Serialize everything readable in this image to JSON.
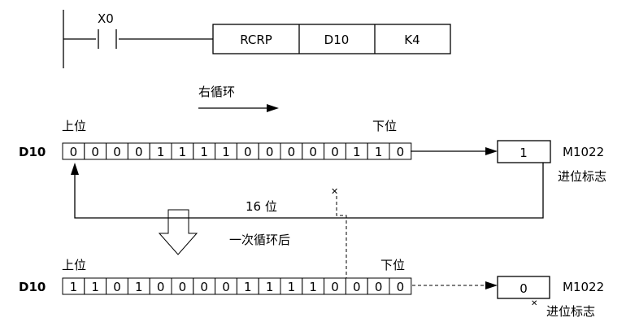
{
  "ladder": {
    "contact": "X0",
    "instruction": "RCRP",
    "operand1": "D10",
    "operand2": "K4"
  },
  "direction_label": "右循环",
  "before": {
    "register": "D10",
    "high_label": "上位",
    "low_label": "下位",
    "bits": [
      "0",
      "0",
      "0",
      "0",
      "1",
      "1",
      "1",
      "1",
      "0",
      "0",
      "0",
      "0",
      "0",
      "1",
      "1",
      "0"
    ]
  },
  "carry_before": {
    "value": "1",
    "name": "M1022",
    "caption": "进位标志"
  },
  "loop_label": "16 位",
  "after_label": "一次循环后",
  "after": {
    "register": "D10",
    "high_label": "上位",
    "low_label": "下位",
    "bits": [
      "1",
      "1",
      "0",
      "1",
      "0",
      "0",
      "0",
      "0",
      "1",
      "1",
      "1",
      "1",
      "0",
      "0",
      "0",
      "0"
    ]
  },
  "carry_after": {
    "value": "0",
    "name": "M1022",
    "caption": "进位标志"
  },
  "marker_symbol": "✕"
}
